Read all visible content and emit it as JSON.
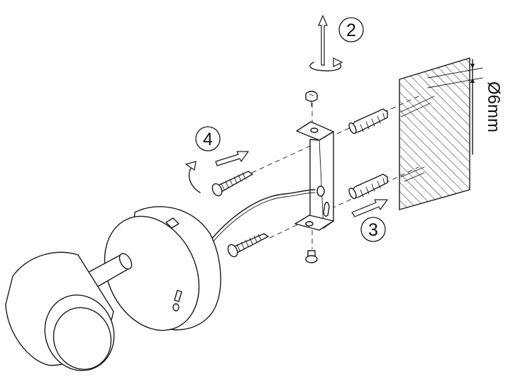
{
  "steps": {
    "step2": "2",
    "step3": "3",
    "step4": "4"
  },
  "dimension": {
    "hole_diameter": "Ø6mm"
  }
}
